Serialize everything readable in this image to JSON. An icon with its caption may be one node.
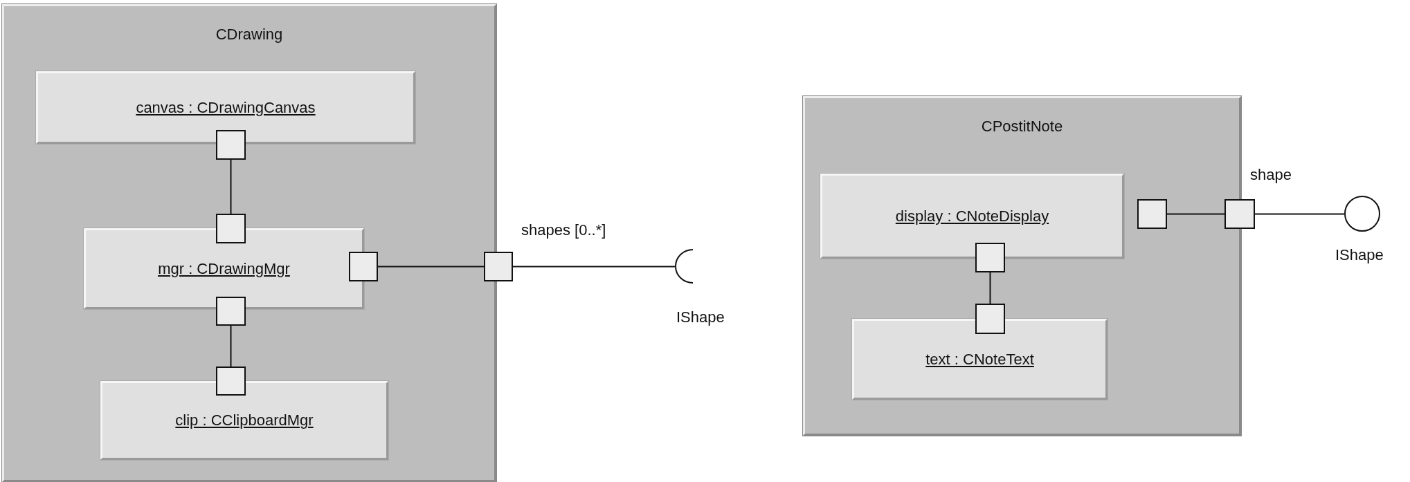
{
  "diagram": {
    "nodes": [
      {
        "text": [
          "CDrawing"
        ]
      },
      {
        "text": [
          "canvas : CDrawingCanvas"
        ],
        "in": 0
      },
      {
        "text": [],
        "shape": "box",
        "in": 0
      },
      {
        "text": [],
        "shape": "box",
        "in": 0
      },
      {
        "text": [
          "mgr : CDrawingMgr"
        ],
        "in": 0
      },
      {
        "text": [],
        "shape": "box",
        "in": 0
      },
      {
        "text": [],
        "shape": "box",
        "beside": [
          "shapes [0..*]"
        ]
      },
      {
        "text": [],
        "shape": "box",
        "in": 0
      },
      {
        "text": [],
        "shape": "box",
        "in": 0
      },
      {
        "text": [
          "clip : CClipboardMgr"
        ],
        "in": 0
      },
      {
        "text": [],
        "shape": "arc",
        "beside": [
          "IShape"
        ]
      },
      {
        "text": [
          "CPostitNote"
        ]
      },
      {
        "text": [
          "display : CNoteDisplay"
        ],
        "in": 11
      },
      {
        "text": [],
        "shape": "box",
        "in": 11
      },
      {
        "text": [],
        "shape": "box",
        "beside": [
          "shape"
        ]
      },
      {
        "text": [],
        "shape": "circle",
        "beside": [
          "IShape"
        ]
      },
      {
        "text": [],
        "shape": "box",
        "in": 11
      },
      {
        "text": [],
        "shape": "box",
        "in": 11
      },
      {
        "text": [
          "text : CNoteText"
        ],
        "in": 11
      }
    ],
    "edges": [
      {
        "from": 2,
        "to": 3,
        "arrow": "none"
      },
      {
        "from": 5,
        "to": 6,
        "arrow": "none"
      },
      {
        "from": 6,
        "to": 10,
        "arrow": "none"
      },
      {
        "from": 7,
        "to": 8,
        "arrow": "none"
      },
      {
        "from": 13,
        "to": 14,
        "arrow": "none"
      },
      {
        "from": 14,
        "to": 15,
        "arrow": "none"
      },
      {
        "from": 16,
        "to": 17,
        "arrow": "none"
      }
    ]
  }
}
